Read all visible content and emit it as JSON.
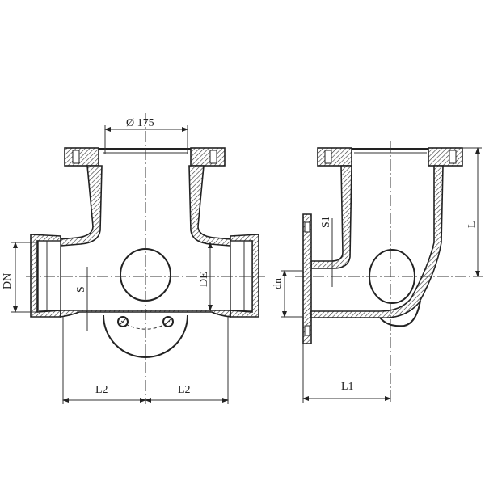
{
  "front_view": {
    "top_diameter_label": "Ø 175",
    "dn_label": "DN",
    "s_label": "S",
    "de_label": "DE",
    "l2_left_label": "L2",
    "l2_right_label": "L2"
  },
  "side_view": {
    "dn_label": "dn",
    "s1_label": "S1",
    "l_label": "L",
    "l1_label": "L1"
  },
  "colors": {
    "line": "#222222",
    "background": "#ffffff"
  }
}
